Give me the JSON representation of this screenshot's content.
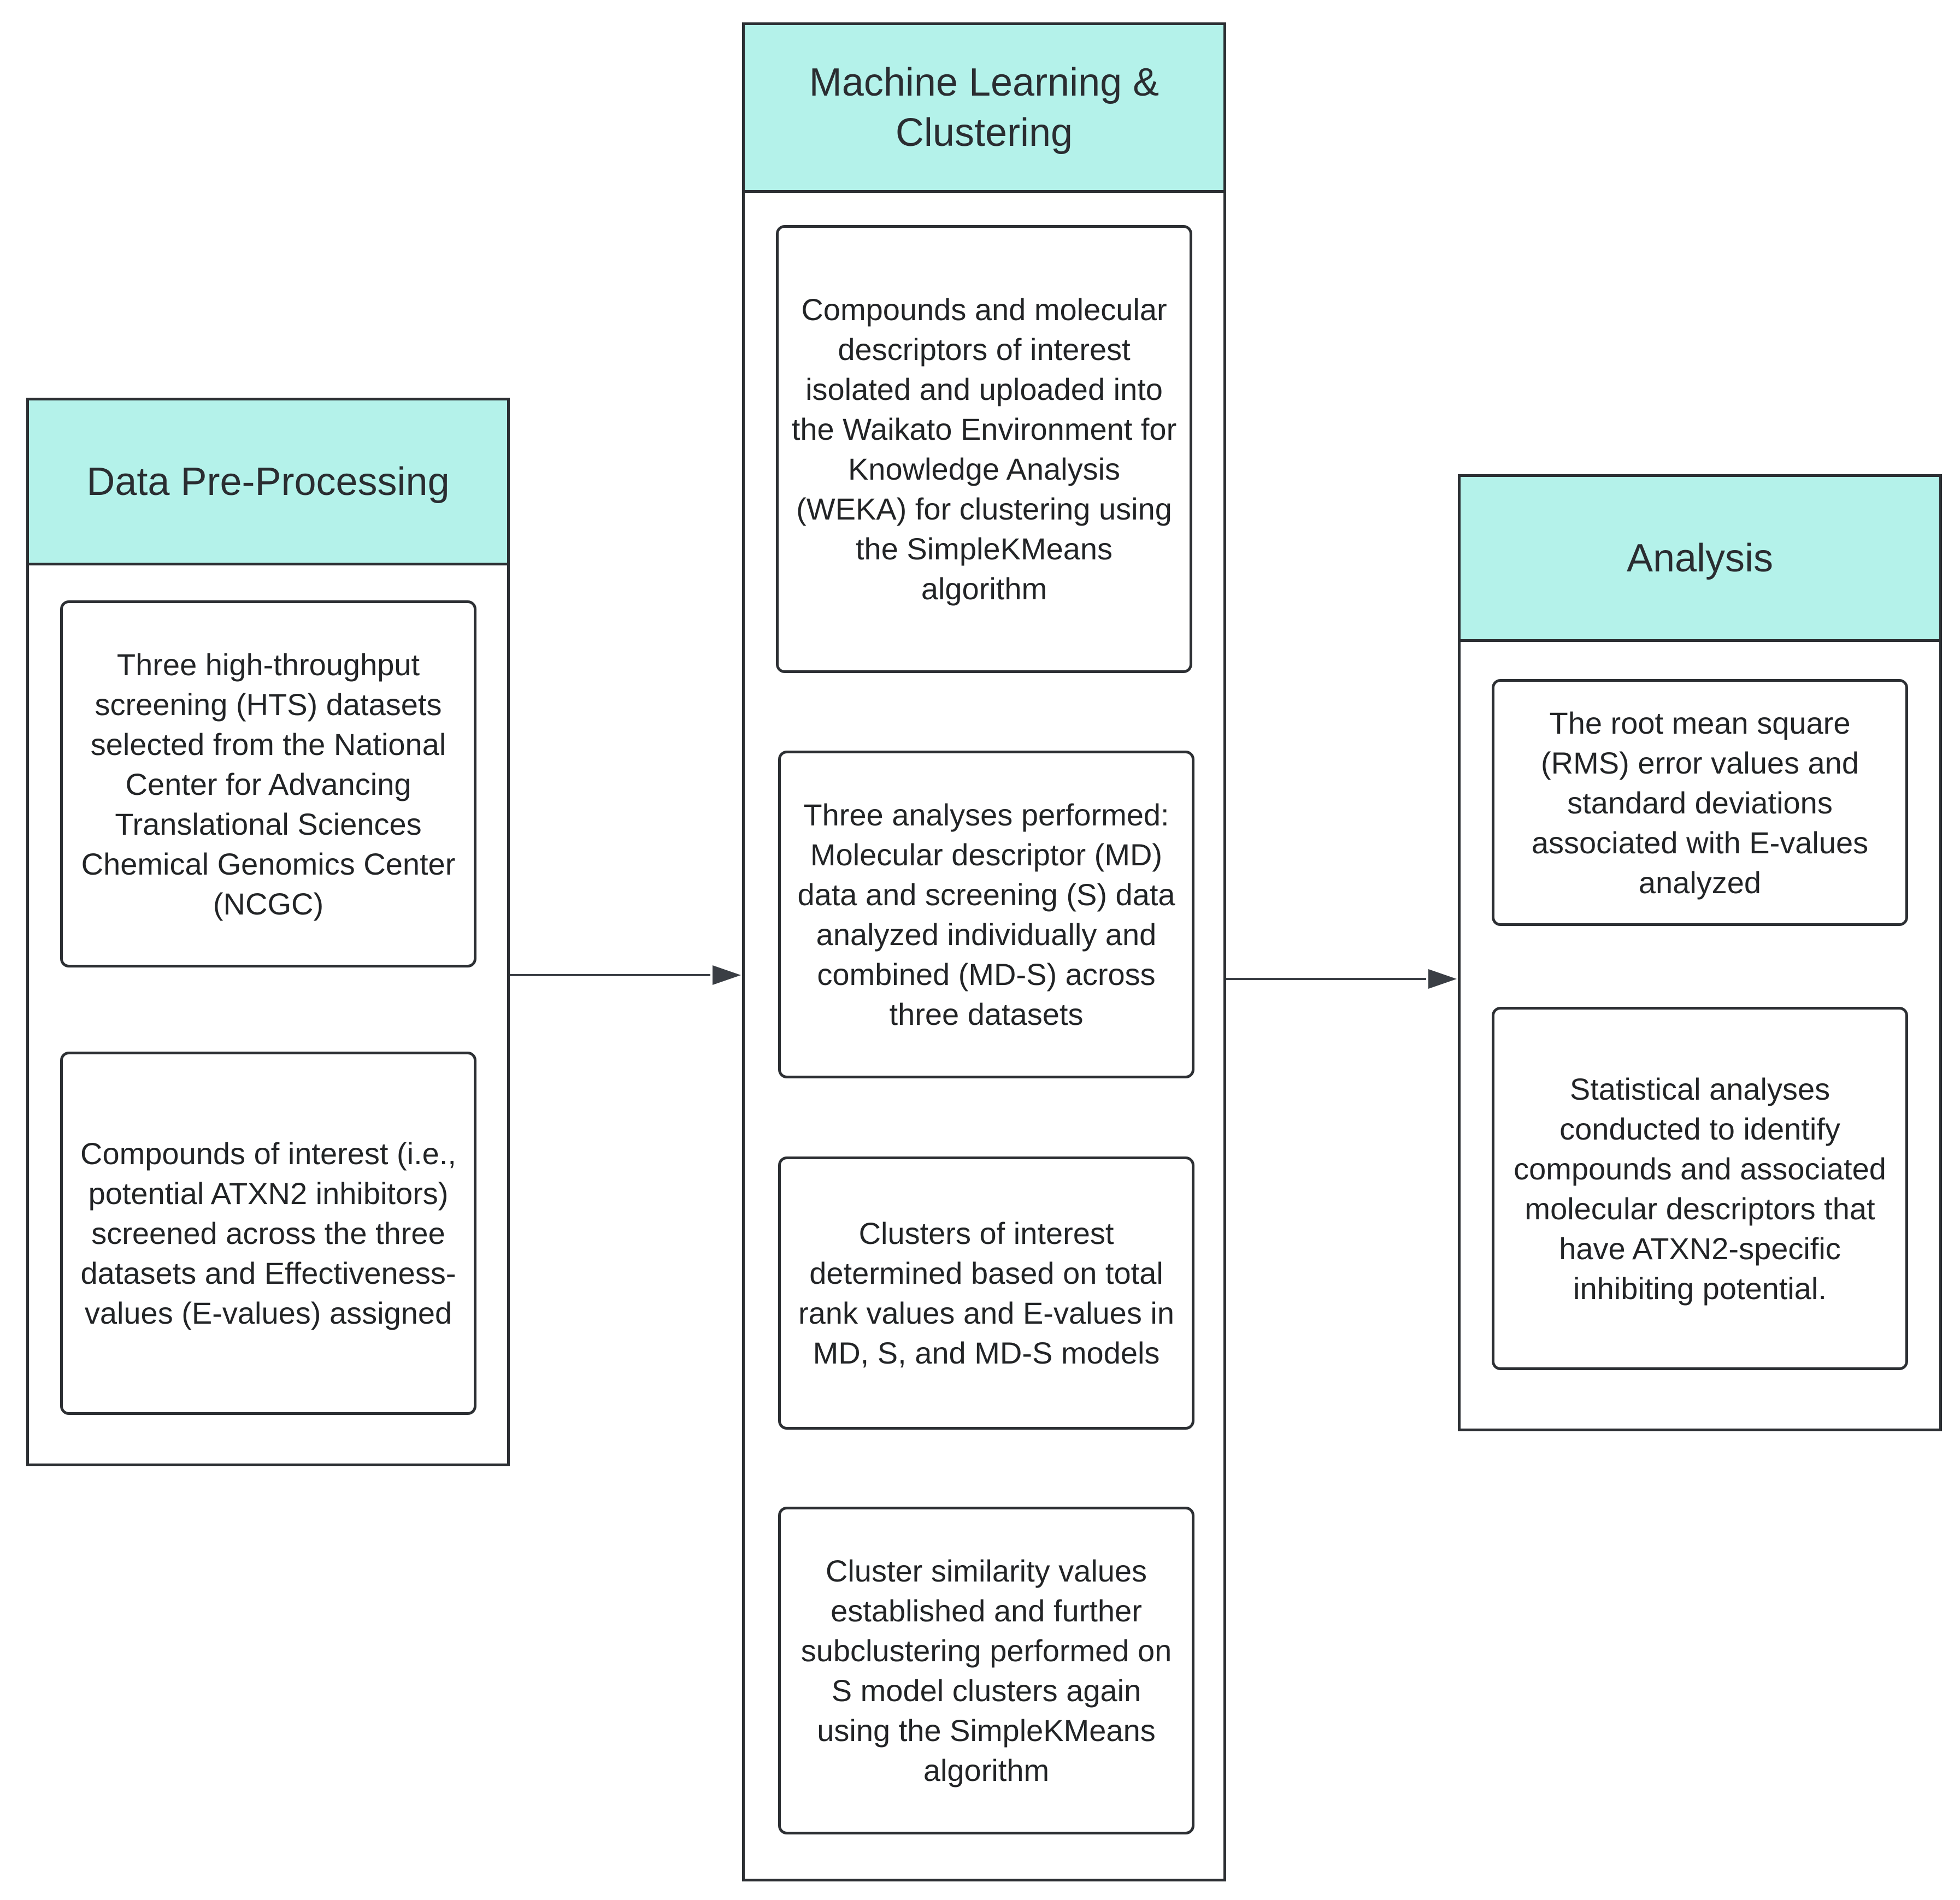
{
  "colors": {
    "header_fill": "#b4f2ea",
    "border": "#2c2f33",
    "arrow": "#3a3e44"
  },
  "columns": {
    "preprocessing": {
      "title": "Data Pre-Processing",
      "steps": [
        "Three high-throughput screening (HTS) datasets selected from the National Center for Advancing Translational Sciences Chemical Genomics Center (NCGC)",
        "Compounds of interest (i.e., potential ATXN2 inhibitors) screened across the three datasets and Effectiveness-values (E-values) assigned"
      ]
    },
    "ml": {
      "title": "Machine Learning & Clustering",
      "steps": [
        "Compounds and molecular descriptors of interest isolated and uploaded into the Waikato Environment for Knowledge Analysis (WEKA) for clustering using the SimpleKMeans algorithm",
        "Three analyses performed: Molecular descriptor (MD) data and screening (S) data analyzed individually and combined (MD-S) across three datasets",
        "Clusters of interest determined based on total rank values and E-values in MD, S, and MD-S models",
        "Cluster similarity values established and further subclustering performed on S model clusters again using the SimpleKMeans algorithm"
      ]
    },
    "analysis": {
      "title": "Analysis",
      "steps": [
        "The root mean square (RMS) error values and standard deviations associated with E-values analyzed",
        "Statistical analyses conducted to identify compounds and associated molecular descriptors that have ATXN2-specific inhibiting potential."
      ]
    }
  }
}
